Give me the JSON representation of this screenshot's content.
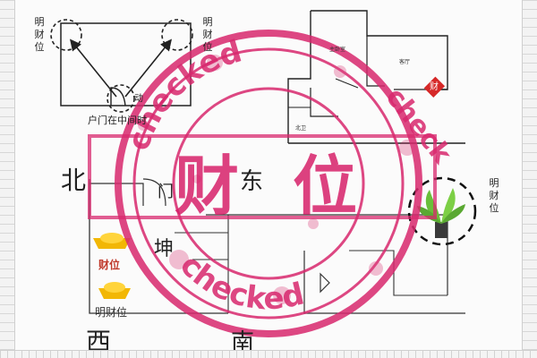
{
  "top_left_diagram": {
    "label_left": "明财位",
    "label_right": "明财位",
    "door_caption": "户门在中间时",
    "door_tag": "动"
  },
  "floorplan": {
    "room_1": "主卧室",
    "room_2": "客厅",
    "room_3": "北卫",
    "fortune_sign": "财",
    "right_label": "明财位"
  },
  "compass": {
    "north": "北",
    "east": "东",
    "west": "西",
    "south": "南",
    "kun": "坤",
    "door": "门"
  },
  "ingot_labels": {
    "top": "财位",
    "bottom": "明财位"
  },
  "stamp": {
    "word_top": "checked",
    "word_right": "check",
    "word_bottom": "checked"
  },
  "banner": {
    "text": "财位"
  },
  "colors": {
    "stamp": "#d8286e",
    "ingot": "#f2b705",
    "plant": "#6abf3a",
    "fortune_sign": "#d62828"
  }
}
